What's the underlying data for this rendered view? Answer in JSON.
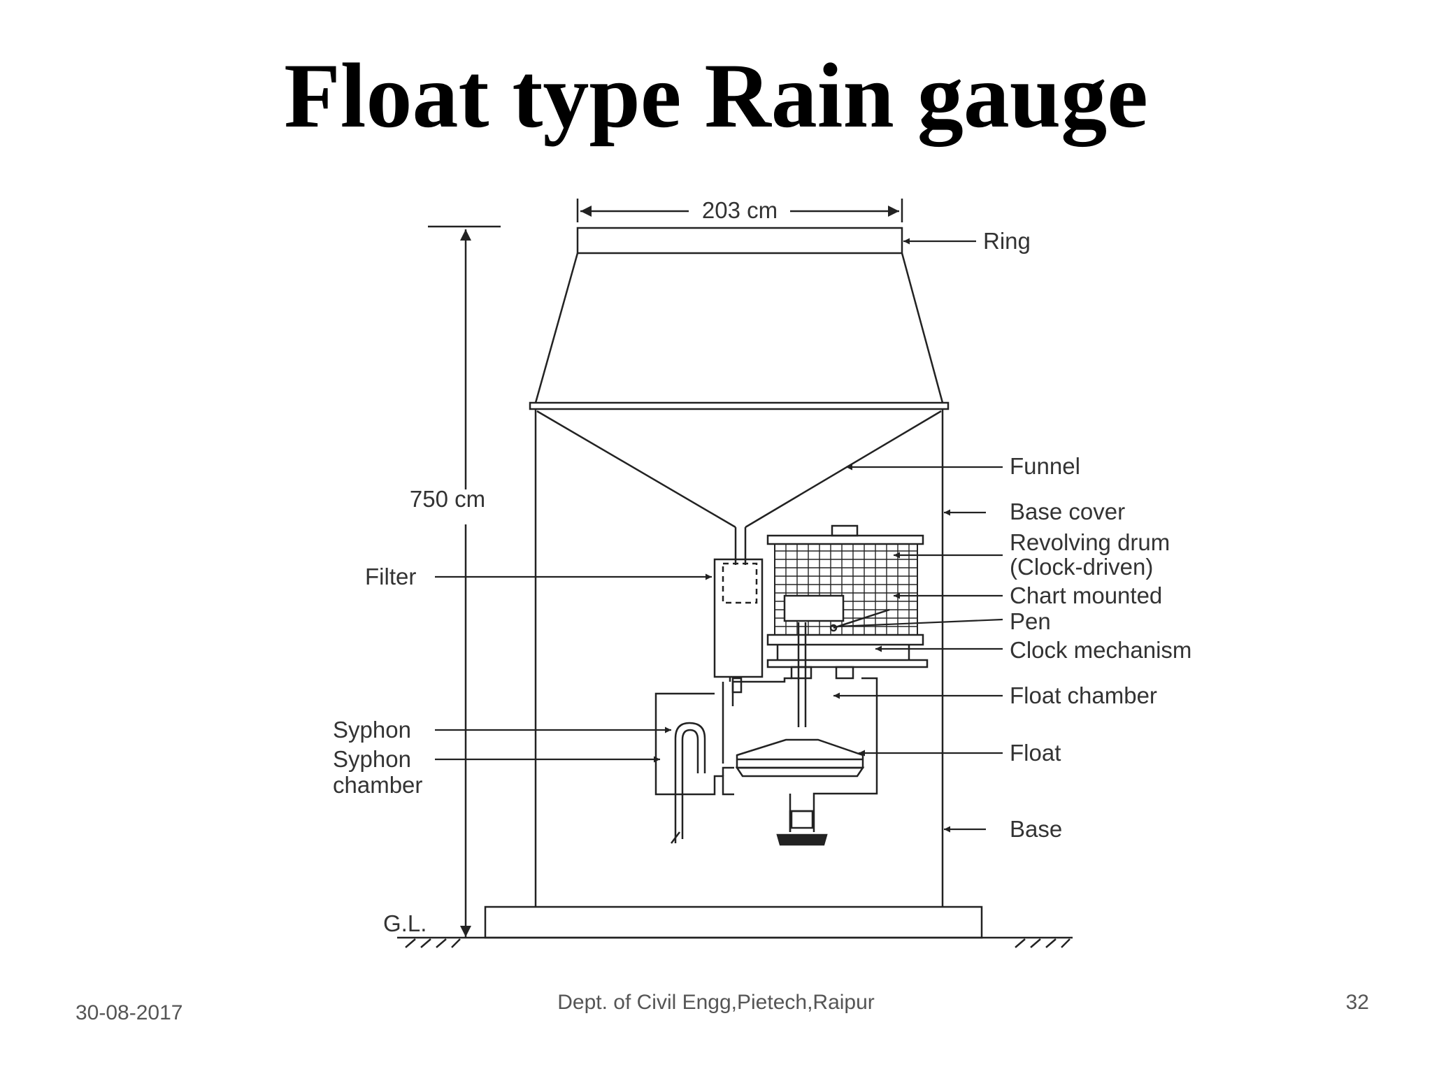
{
  "title": "Float type Rain gauge",
  "diagram": {
    "dim_width": "203 cm",
    "dim_height": "750 cm",
    "ground_label": "G.L.",
    "labels": {
      "ring": "Ring",
      "funnel": "Funnel",
      "base_cover": "Base cover",
      "revolving_drum_1": "Revolving drum",
      "revolving_drum_2": "(Clock-driven)",
      "chart_mounted": "Chart mounted",
      "pen": "Pen",
      "clock_mechanism": "Clock mechanism",
      "float_chamber": "Float chamber",
      "float": "Float",
      "base": "Base",
      "filter": "Filter",
      "syphon": "Syphon",
      "syphon_chamber_1": "Syphon",
      "syphon_chamber_2": "chamber"
    },
    "colors": {
      "stroke": "#222222",
      "label": "#333333"
    }
  },
  "footer": {
    "date": "30-08-2017",
    "department": "Dept. of Civil Engg,Pietech,Raipur",
    "page": "32"
  }
}
